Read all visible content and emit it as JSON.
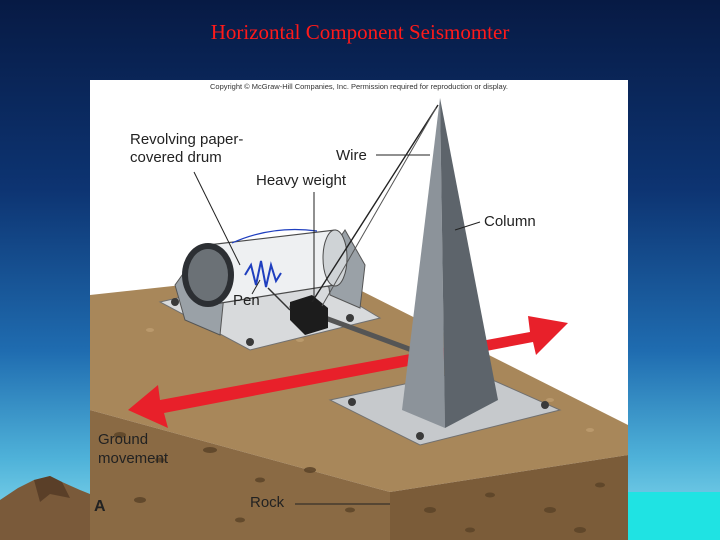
{
  "slide": {
    "title": "Horizontal Component Seismomter"
  },
  "figure": {
    "copyright": "Copyright © McGraw-Hill Companies, Inc. Permission required for reproduction or display.",
    "panel_letter": "A",
    "labels": {
      "drum_line1": "Revolving paper-",
      "drum_line2": "covered drum",
      "wire": "Wire",
      "heavy_weight": "Heavy weight",
      "column": "Column",
      "pen": "Pen",
      "ground_line1": "Ground",
      "ground_line2": "movement",
      "rock": "Rock"
    },
    "colors": {
      "arrow": "#e8202a",
      "rock_top": "#a8875a",
      "rock_side": "#8a6a44",
      "metal": "#8c939a",
      "metal_dark": "#5d646b"
    }
  }
}
